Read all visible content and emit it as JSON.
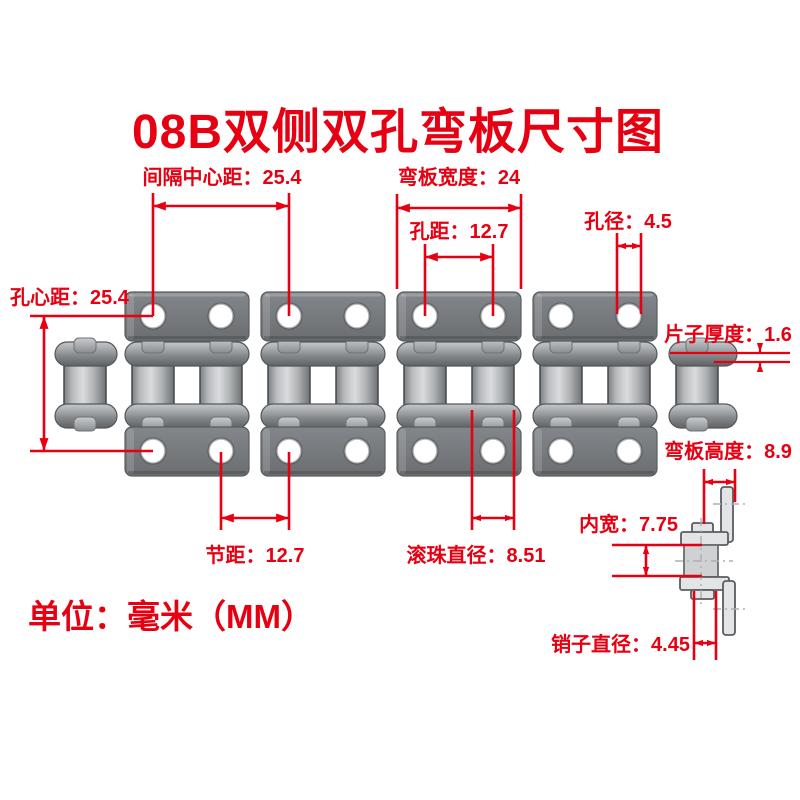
{
  "title": "08B双侧双孔弯板尺寸图",
  "unit_note": "单位：毫米（MM）",
  "colors": {
    "annotation_red": "#e60012",
    "plate_gray": "#76797c",
    "link_bar_gray": "#8f9294",
    "roller_metal": "#c9cccd",
    "background": "#ffffff"
  },
  "part": "08B roller chain with double-side double-hole bent attachment plates",
  "dimensions": {
    "interval_center": {
      "label": "间隔中心距",
      "value": "25.4",
      "text": "间隔中心距：25.4"
    },
    "plate_width": {
      "label": "弯板宽度",
      "value": "24",
      "text": "弯板宽度：24"
    },
    "hole_spacing": {
      "label": "孔距",
      "value": "12.7",
      "text": "孔距：12.7"
    },
    "hole_diameter": {
      "label": "孔径",
      "value": "4.5",
      "text": "孔径：4.5"
    },
    "hole_center_distance": {
      "label": "孔心距",
      "value": "25.4",
      "text": "孔心距：25.4"
    },
    "plate_thickness": {
      "label": "片子厚度",
      "value": "1.6",
      "text": "片子厚度：1.6"
    },
    "bent_plate_height": {
      "label": "弯板高度",
      "value": "8.9",
      "text": "弯板高度：8.9"
    },
    "pitch": {
      "label": "节距",
      "value": "12.7",
      "text": "节距：12.7"
    },
    "roller_diameter": {
      "label": "滚珠直径",
      "value": "8.51",
      "text": "滚珠直径：8.51"
    },
    "inner_width": {
      "label": "内宽",
      "value": "7.75",
      "text": "内宽：7.75"
    },
    "pin_diameter": {
      "label": "销子直径",
      "value": "4.45",
      "text": "销子直径：4.45"
    }
  }
}
